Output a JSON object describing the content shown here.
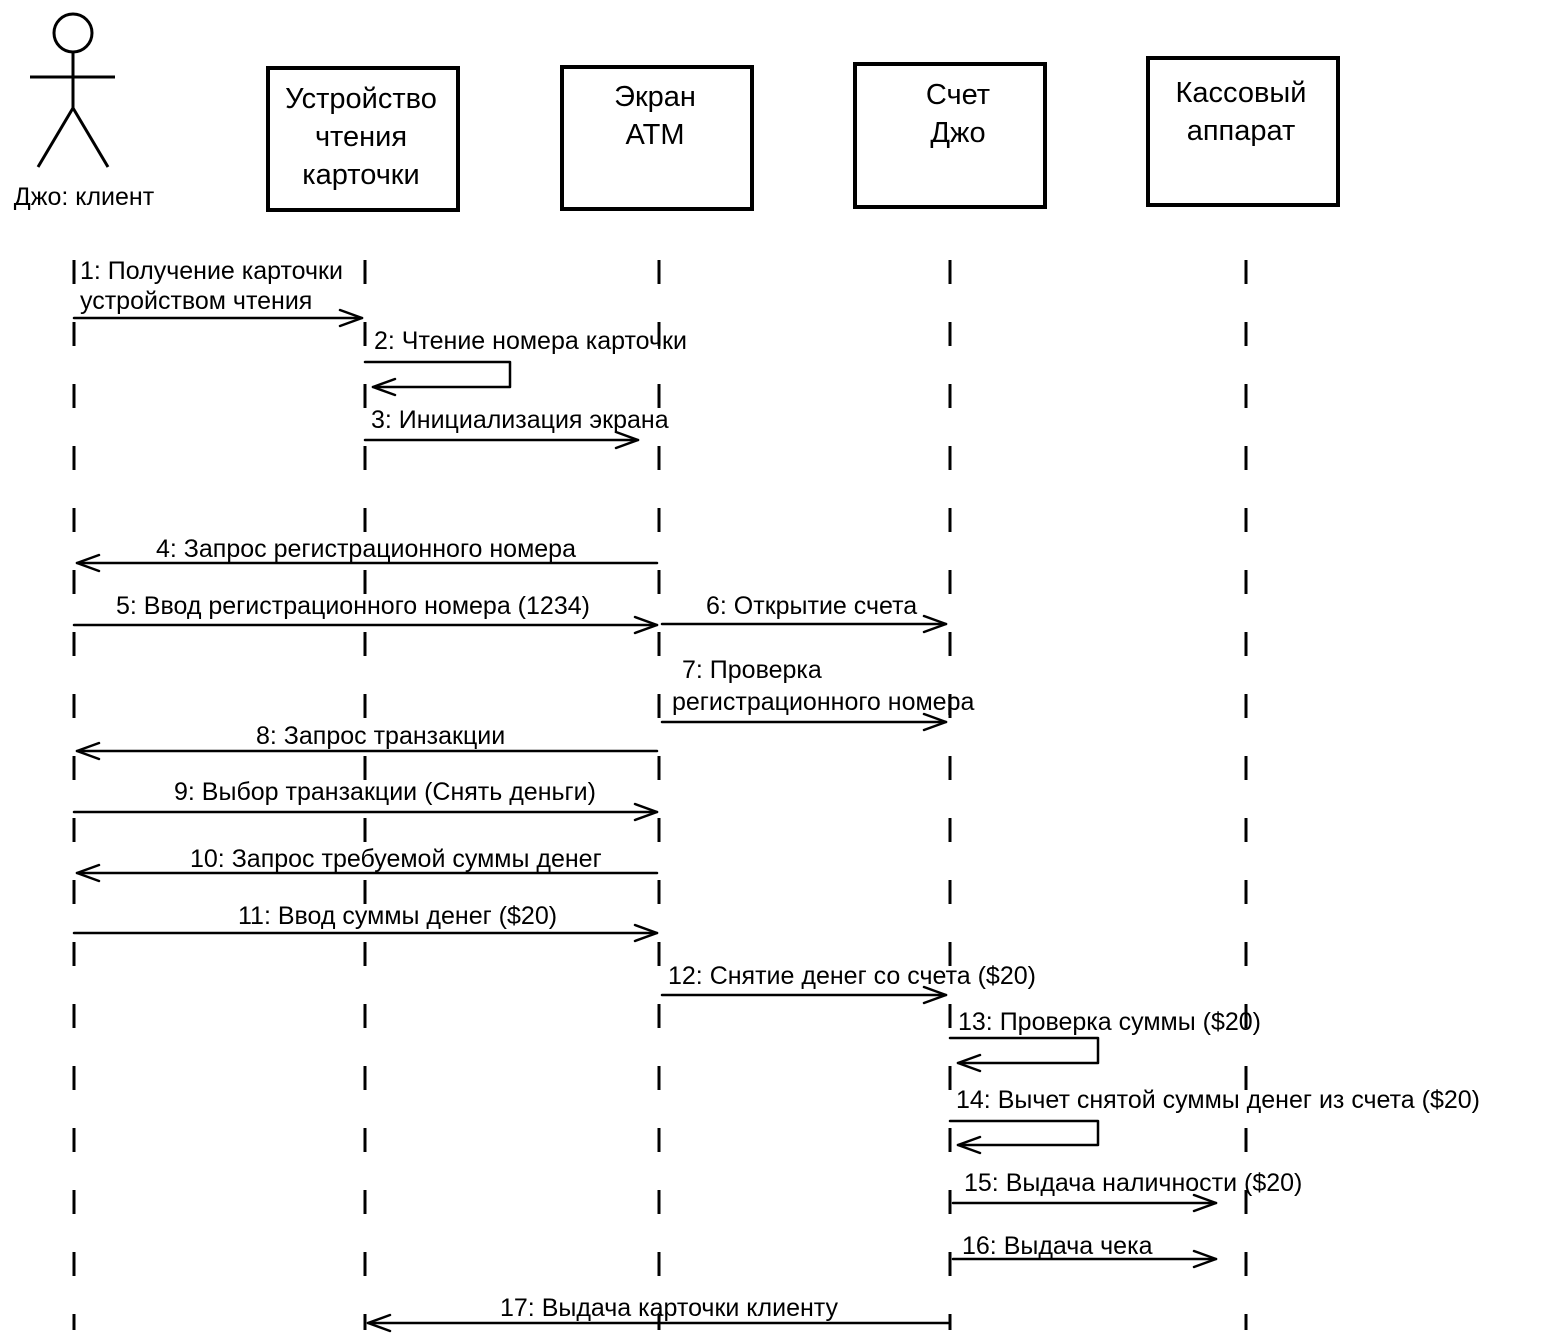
{
  "diagram": {
    "actor": {
      "label": "Джо: клиент",
      "icon": "stick-figure-icon"
    },
    "objects": [
      {
        "id": "reader",
        "lines": [
          "Устройство",
          "чтения",
          "карточки"
        ]
      },
      {
        "id": "screen",
        "lines": [
          "Экран",
          "ATM"
        ]
      },
      {
        "id": "account",
        "lines": [
          "Счет",
          "Джо"
        ]
      },
      {
        "id": "cashbox",
        "lines": [
          "Кассовый",
          "аппарат"
        ]
      }
    ],
    "messages": [
      {
        "num": 1,
        "lines": [
          "1: Получение карточки",
          "устройством чтения"
        ],
        "from": "actor",
        "to": "reader"
      },
      {
        "num": 2,
        "lines": [
          "2: Чтение номера карточки"
        ],
        "from": "reader",
        "to": "reader"
      },
      {
        "num": 3,
        "lines": [
          "3: Инициализация экрана"
        ],
        "from": "reader",
        "to": "screen"
      },
      {
        "num": 4,
        "lines": [
          "4: Запрос регистрационного номера"
        ],
        "from": "screen",
        "to": "actor"
      },
      {
        "num": 5,
        "lines": [
          "5: Ввод регистрационного номера (1234)"
        ],
        "from": "actor",
        "to": "screen"
      },
      {
        "num": 6,
        "lines": [
          "6: Открытие счета"
        ],
        "from": "screen",
        "to": "account"
      },
      {
        "num": 7,
        "lines": [
          "7: Проверка",
          "регистрационного номера"
        ],
        "from": "screen",
        "to": "account"
      },
      {
        "num": 8,
        "lines": [
          "8: Запрос транзакции"
        ],
        "from": "screen",
        "to": "actor"
      },
      {
        "num": 9,
        "lines": [
          "9: Выбор транзакции (Снять деньги)"
        ],
        "from": "actor",
        "to": "screen"
      },
      {
        "num": 10,
        "lines": [
          "10: Запрос требуемой суммы денег"
        ],
        "from": "screen",
        "to": "actor"
      },
      {
        "num": 11,
        "lines": [
          "11: Ввод суммы денег ($20)"
        ],
        "from": "actor",
        "to": "screen"
      },
      {
        "num": 12,
        "lines": [
          "12: Снятие денег со счета ($20)"
        ],
        "from": "screen",
        "to": "account"
      },
      {
        "num": 13,
        "lines": [
          "13: Проверка суммы ($20)"
        ],
        "from": "account",
        "to": "account"
      },
      {
        "num": 14,
        "lines": [
          "14: Вычет снятой суммы денег из счета ($20)"
        ],
        "from": "account",
        "to": "account"
      },
      {
        "num": 15,
        "lines": [
          "15: Выдача наличности ($20)"
        ],
        "from": "account",
        "to": "cashbox"
      },
      {
        "num": 16,
        "lines": [
          "16: Выдача чека"
        ],
        "from": "account",
        "to": "cashbox"
      },
      {
        "num": 17,
        "lines": [
          "17: Выдача карточки клиенту"
        ],
        "from": "account",
        "to": "reader"
      }
    ]
  }
}
